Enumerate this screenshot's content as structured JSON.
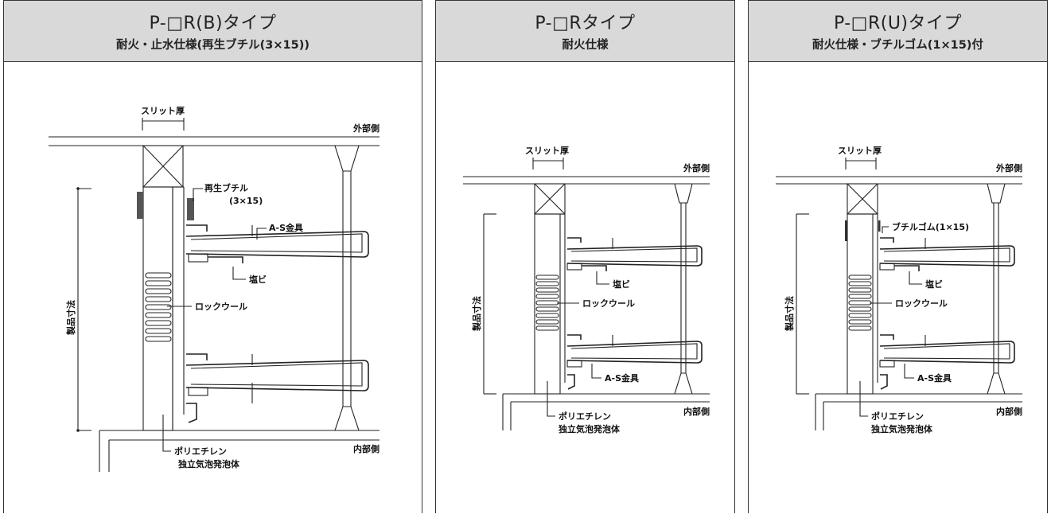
{
  "panels": [
    {
      "title": "P-□R(B)タイプ",
      "subtitle": "耐火・止水仕様(再生ブチル(3×15))",
      "labels": {
        "slit": "スリット厚",
        "outside": "外部側",
        "inside": "内部側",
        "dimension": "製品寸法",
        "recycled_butyl": "再生ブチル",
        "recycled_butyl_size": "(3×15)",
        "as_bracket": "A-S金具",
        "pvc": "塩ビ",
        "rockwool": "ロックウール",
        "polyethylene": "ポリエチレン",
        "closed_cell_foam": "独立気泡発泡体"
      }
    },
    {
      "title": "P-□Rタイプ",
      "subtitle": "耐火仕様",
      "labels": {
        "slit": "スリット厚",
        "outside": "外部側",
        "inside": "内部側",
        "dimension": "製品寸法",
        "pvc": "塩ビ",
        "rockwool": "ロックウール",
        "as_bracket": "A-S金具",
        "polyethylene": "ポリエチレン",
        "closed_cell_foam": "独立気泡発泡体"
      }
    },
    {
      "title": "P-□R(U)タイプ",
      "subtitle": "耐火仕様・ブチルゴム(1×15)付",
      "labels": {
        "slit": "スリット厚",
        "outside": "外部側",
        "inside": "内部側",
        "dimension": "製品寸法",
        "butyl_rubber": "ブチルゴム(1×15)",
        "pvc": "塩ビ",
        "rockwool": "ロックウール",
        "as_bracket": "A-S金具",
        "polyethylene": "ポリエチレン",
        "closed_cell_foam": "独立気泡発泡体"
      }
    }
  ]
}
